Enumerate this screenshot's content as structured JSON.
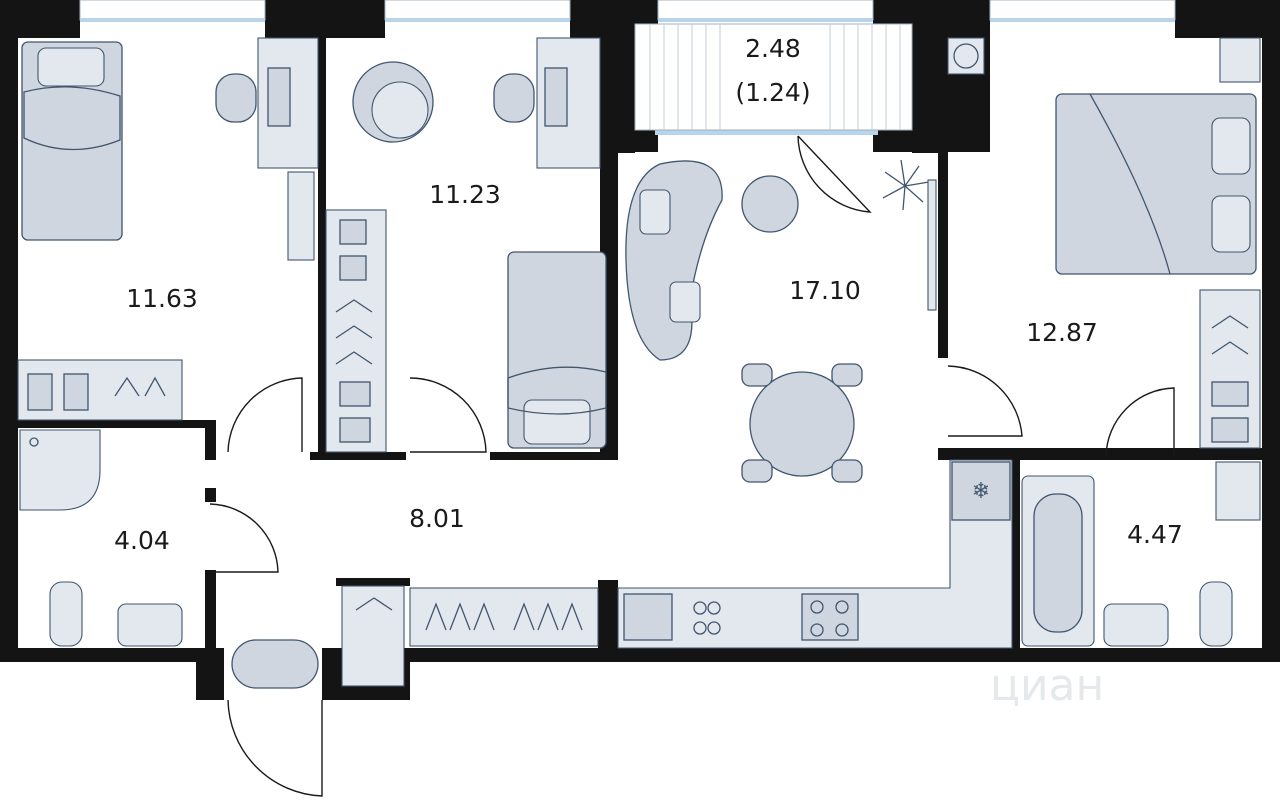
{
  "rooms": [
    {
      "id": "bedroom-left",
      "area": "11.63"
    },
    {
      "id": "bedroom-middle",
      "area": "11.23"
    },
    {
      "id": "balcony",
      "area": "2.48",
      "sub": "(1.24)"
    },
    {
      "id": "living-kitchen",
      "area": "17.10"
    },
    {
      "id": "bedroom-right",
      "area": "12.87"
    },
    {
      "id": "bathroom-left",
      "area": "4.04"
    },
    {
      "id": "hallway",
      "area": "8.01"
    },
    {
      "id": "bathroom-right",
      "area": "4.47"
    }
  ],
  "watermark": "циан",
  "colors": {
    "wall": "#141414",
    "furniture": "#cfd6df",
    "furniture_stroke": "#41566f",
    "window_glass": "#b7d4ea"
  }
}
